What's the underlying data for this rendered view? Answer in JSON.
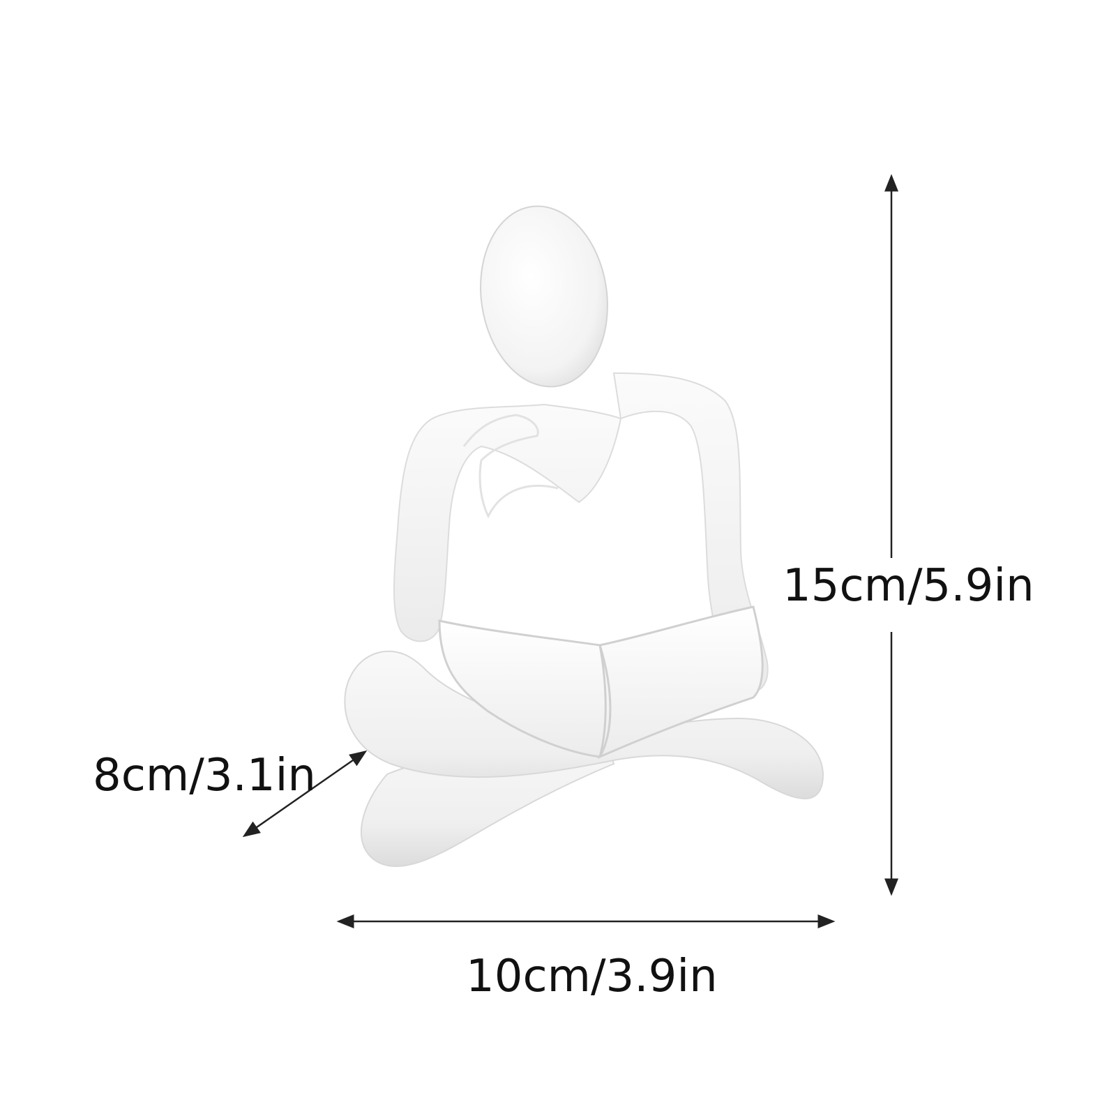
{
  "product": {
    "subject": "white thinker reading statue",
    "color": "#f7f7f7"
  },
  "dimensions": {
    "height_label": "15cm/5.9in",
    "width_label": "10cm/3.9in",
    "depth_label": "8cm/3.1in"
  },
  "colors": {
    "background": "#ffffff",
    "arrow": "#222222",
    "text": "#111111"
  }
}
